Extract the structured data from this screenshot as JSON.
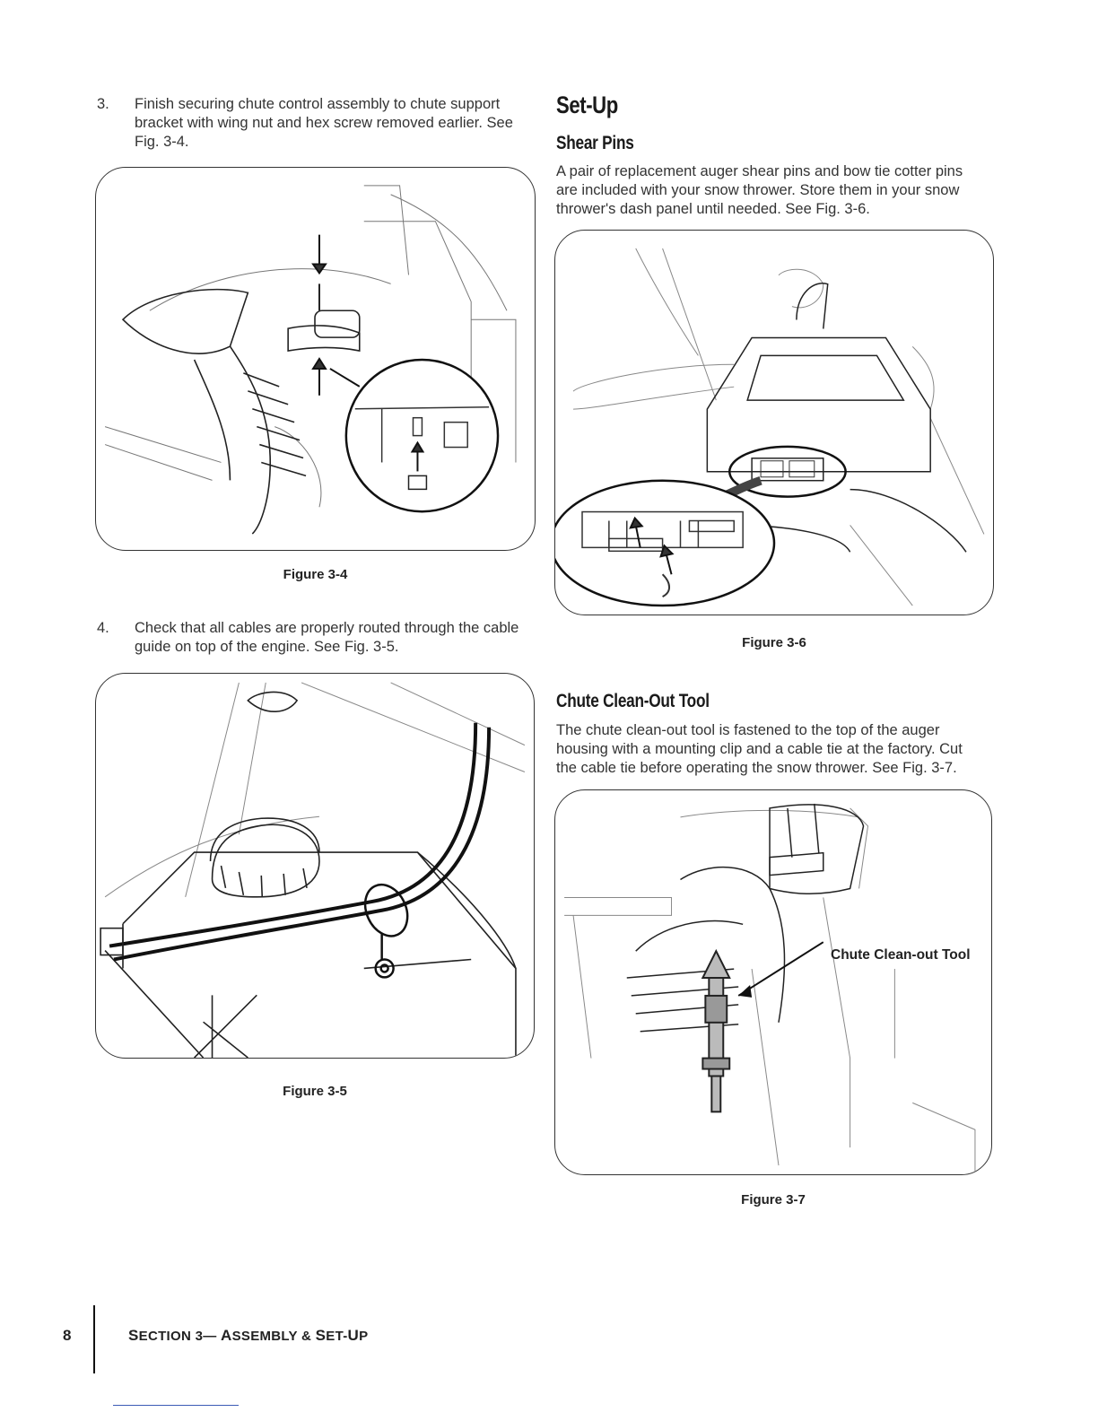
{
  "steps": [
    {
      "number": "3.",
      "text": "Finish securing chute control assembly to chute support bracket with wing nut and hex screw removed earlier. See Fig. 3-4."
    },
    {
      "number": "4.",
      "text": "Check that all cables are properly routed through the cable guide on top of the engine. See Fig. 3-5."
    }
  ],
  "figures": {
    "fig34": {
      "caption": "Figure 3-4"
    },
    "fig35": {
      "caption": "Figure 3-5"
    },
    "fig36": {
      "caption": "Figure 3-6"
    },
    "fig37": {
      "caption": "Figure 3-7",
      "callout": "Chute Clean-out Tool"
    }
  },
  "setup": {
    "title": "Set-Up",
    "shear_pins": {
      "heading": "Shear Pins",
      "body": "A pair of replacement auger shear pins and bow tie cotter pins are included with your snow thrower. Store them in your snow thrower's dash panel until needed. See Fig. 3-6."
    },
    "cleanout": {
      "heading": "Chute Clean-Out Tool",
      "body": "The chute clean-out tool is fastened to the top of the auger housing with a mounting clip and a cable tie at the factory. Cut the cable tie before operating the snow thrower. See Fig. 3-7."
    }
  },
  "footer": {
    "page_number": "8",
    "section_prefix": "S",
    "section_rest": "ECTION 3— ",
    "a1": "A",
    "a2": "SSEMBLY",
    "amp": " & ",
    "s1": "S",
    "s2": "ET",
    "dash": "-",
    "u1": "U",
    "u2": "P"
  }
}
